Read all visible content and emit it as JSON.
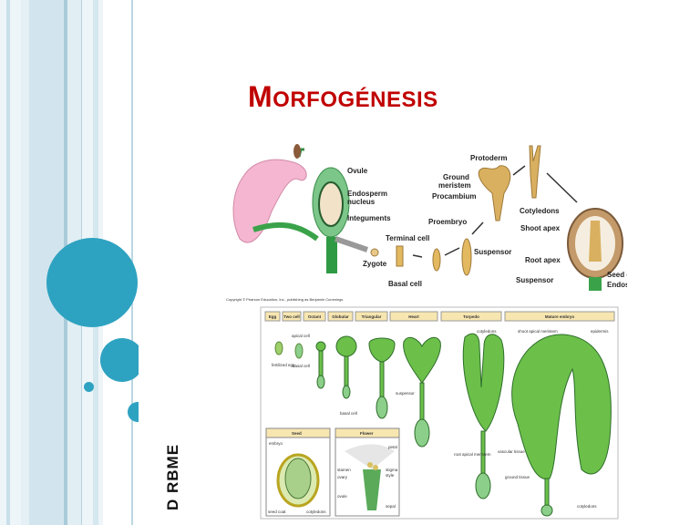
{
  "slide": {
    "title_initial": "M",
    "title_rest": "ORFOGÉNESIS",
    "side_label": "D RBME",
    "accent_color": "#2ea2c1",
    "title_color": "#c00000"
  },
  "figure_top": {
    "labels": {
      "ovule": "Ovule",
      "endosperm_nucleus_1": "Endosperm",
      "endosperm_nucleus_2": "nucleus",
      "integuments": "Integuments",
      "zygote": "Zygote",
      "terminal_cell": "Terminal cell",
      "basal_cell": "Basal cell",
      "proembryo": "Proembryo",
      "suspensor": "Suspensor",
      "protoderm": "Protoderm",
      "ground_meristem_1": "Ground",
      "ground_meristem_2": "meristem",
      "procambium": "Procambium",
      "cotyledons": "Cotyledons",
      "shoot_apex": "Shoot apex",
      "root_apex": "Root apex",
      "suspensor_2": "Suspensor",
      "seed_coat": "Seed coat",
      "endosperm": "Endosperm"
    },
    "copyright": "Copyright © Pearson Education, Inc., publishing as Benjamin Cummings"
  },
  "figure_bottom": {
    "stages": [
      "Egg",
      "Two cell",
      "Octant",
      "Globular",
      "Triangular",
      "Heart",
      "Torpedo",
      "Mature embryo"
    ],
    "labels": {
      "fertilized_egg": "fertilized egg",
      "apical_cell": "apical cell",
      "basal_cell": "basal cell",
      "basal_cell_2": "basal cell",
      "suspensor": "suspensor",
      "cotyledons": "cotyledons",
      "shoot_apical_meristem": "shoot apical meristem",
      "epidermis": "epidermis",
      "root_apical_meristem": "root apical meristem",
      "vascular_tissue": "vascular tissue",
      "ground_tissue": "ground tissue",
      "cotyledons_2": "cotyledons"
    },
    "seed_panel": {
      "title": "Seed",
      "embryo": "embryo",
      "seed_coat": "seed coat",
      "cotyledons": "cotyledons"
    },
    "flower_panel": {
      "title": "Flower",
      "petal": "petal",
      "stamen": "stamen",
      "stigma": "stigma",
      "style": "style",
      "ovary": "ovary",
      "ovule": "ovule",
      "sepal": "sepal"
    }
  }
}
